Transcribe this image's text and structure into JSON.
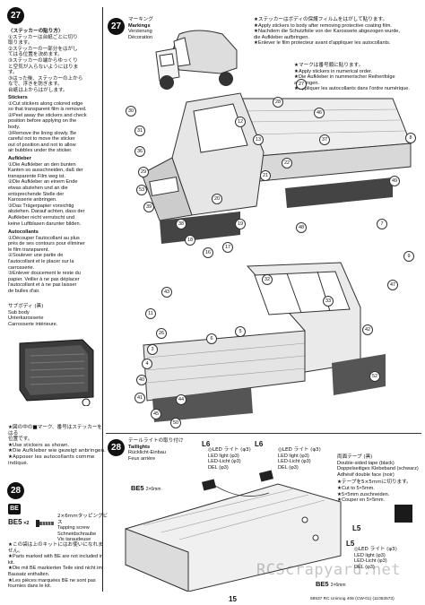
{
  "page": {
    "number": "15",
    "footer_code": "58537 RC Unimog 406 (CW-01) (11053573)"
  },
  "left_col": {
    "step27_badge": "27",
    "sticker_jp_title": "〈ステッカーの貼り方〉",
    "sticker_jp_lines": [
      "①ステッカーは台紙ごとに切り",
      "取ります。",
      "②ステッカーの一部分をはがし",
      "てはる位置を決めます。",
      "③ステッカーの端からゆっくり",
      "と空気が入らないようにはりま",
      "す。",
      "③はった後、ステッカーの上から",
      "なで、浮きを防ぎます。",
      "台紙は上からはがします。"
    ],
    "stickers_title": "Stickers",
    "stickers_lines": [
      "①Cut stickers along colored edge",
      "so that transparent film is removed.",
      "②Peel away the stickers and check",
      "position before applying on the",
      "body.",
      "③Remove the lining slowly. Be",
      "careful not to move the sticker",
      "out of position and not to allow",
      "air bubbles under the sticker."
    ],
    "aufkleber_title": "Aufkleber",
    "aufkleber_lines": [
      "①Die Aufkleber an den bunten",
      "Kanten so ausschneiden, daß der",
      "transparente Film weg ist.",
      "②Die Aufkleber an einem Ende",
      "etwas abziehen und an die",
      "entsprechende Stelle der",
      "Karosserie anbringen.",
      "③Das Trägerpapier vorsichtig",
      "abziehen. Darauf achten, dass der",
      "Aufkleber nicht verrutscht und",
      "keine Luftblasen darunter bilden."
    ],
    "autocollants_title": "Autocollants",
    "autocollants_lines": [
      "①Découper l'autocollant au plus",
      "près de ses contours pour éliminer",
      "le film transparent.",
      "②Soulever une partie de",
      "l'autocollant et le placer sur la",
      "carrosserie.",
      "③Enlever doucement le reste du",
      "papier. Veiller à ne pas déplacer",
      "l'autocollant et à ne pas laisser",
      "de bulles d'air."
    ],
    "sub_body_jp": "サブボディ (黒)",
    "sub_body_lines": [
      "Sub body",
      "Unterkarosserie",
      "Carrosserie intérieure."
    ],
    "no_sticker_jp": "★図の中の■マーク、番号はステッカーをはる",
    "no_sticker_jp2": "位置です。",
    "no_sticker_lines": [
      "★Use stickers as shown.",
      "★Die Aufkleber wie gezeigt anbringen.",
      "★Apposer les autocollants comme indiqué."
    ],
    "step28_badge": "28",
    "parts_bag": "BE",
    "screw_code": "BE5",
    "screw_qty": "×2",
    "screw_jp": "2×6mmタッピングビス",
    "screw_en": "Tapping screw",
    "screw_de": "Schneidschraube",
    "screw_fr": "Vis taraudeuse",
    "parts_note_jp": "★この袋は上のキットにはお使いになれません。",
    "parts_note_lines": [
      "★Parts marked with BE are not included in kit.",
      "★Die mit BE markierten Teile sind nicht im Bausatz enthalten.",
      "★Les pièces marquées BE ne sont pas fournies dans le kit."
    ]
  },
  "step27": {
    "badge": "27",
    "title_jp": "マーキング",
    "title_en": "Markings",
    "title_de": "Verzierung",
    "title_fr": "Décoration",
    "note1_jp": "★ステッカーはボディの保護フィルムをはがして貼ります。",
    "note1_lines": [
      "★Apply stickers to body after removing protective coating film.",
      "★Nachdem die Schutzfolie von der Karosserie abgezogen wurde,",
      "die Aufkleber aufbringen.",
      "★Enlever le film protecteur avant d'appliquer les autocollants."
    ],
    "note2_jp": "★マークは番号順に貼ります。",
    "note2_lines": [
      "★Apply stickers in numerical order.",
      "★Die Aufkleber in nummerischer Reihenfolge aufbringen.",
      "★Appliquer les autocollants dans l'ordre numérique."
    ],
    "numbers": [
      "30",
      "31",
      "36",
      "29",
      "53",
      "39",
      "38",
      "18",
      "16",
      "17",
      "19",
      "20",
      "21",
      "22",
      "13",
      "12",
      "28",
      "27",
      "46",
      "37",
      "48",
      "7",
      "49",
      "8",
      "9",
      "47",
      "32",
      "33",
      "11",
      "26",
      "3",
      "4",
      "40",
      "41",
      "45",
      "50",
      "44",
      "43",
      "5",
      "6",
      "42",
      "52"
    ]
  },
  "step28": {
    "badge": "28",
    "title_jp": "テールライトの取り付け",
    "title_en": "Taillights",
    "title_de": "Rücklicht-Einbau",
    "title_fr": "Feux arrière",
    "tag_L6": "L6",
    "tag_L5": "L5",
    "led_top": [
      "◎LED ライト (φ3)",
      "LED light (φ3)",
      "LED-Licht (φ3)",
      "DEL (φ3)"
    ],
    "tape_jp": "両面テープ (黒)",
    "tape_lines": [
      "Double-sided tape (black)",
      "Doppelseitiges Klebeband (schwarz)",
      "Adhésif double face (noir)"
    ],
    "tape_note_jp": "★テープを5×5mmに切ります。",
    "tape_note_lines": [
      "★Cut to 5×5mm.",
      "★5×5mm zuschneiden.",
      "★Couper en 5×5mm."
    ],
    "led_bottom": [
      "◎LED ライト (φ3)",
      "LED light (φ3)",
      "LED-Licht (φ3)",
      "DEL (φ3)"
    ],
    "screw_callout_1": "BE5",
    "screw_callout_1_size": "2×6mm",
    "screw_callout_2": "BE5",
    "screw_callout_2_size": "2×6mm"
  },
  "watermark": "RCScrapyard.net"
}
